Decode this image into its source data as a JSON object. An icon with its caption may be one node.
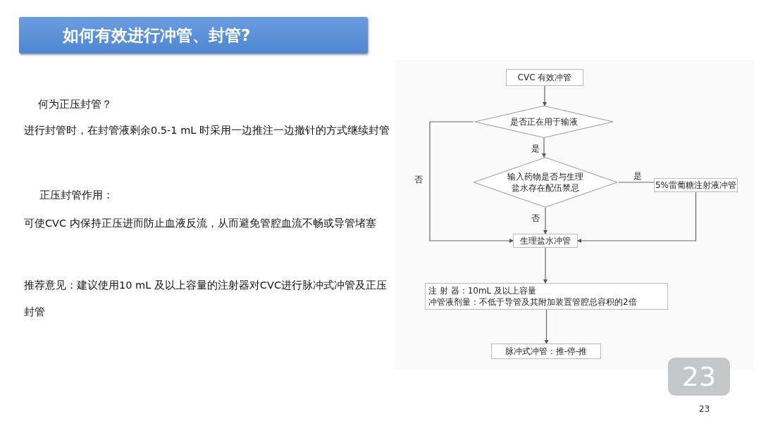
{
  "diagram": {
    "title": "如何有效进行冲管、封管?",
    "nodes": [
      {
        "text": [
          "CVC 有效冲管"
        ]
      },
      {
        "text": [
          "是否正在用于输液"
        ]
      },
      {
        "text": [
          "输入药物是否与生理盐水存在配伍禁忌"
        ]
      },
      {
        "text": [
          "5%雷葡糖注射液冲管"
        ]
      },
      {
        "text": [
          "生理盐水冲管"
        ]
      },
      {
        "text": [
          "注 射 器：10mL 及以上容量",
          "冲管液剂量：不低于导管及其附加装置管腔总容积的2倍"
        ]
      },
      {
        "text": [
          "脉冲式冲管：推-停-推"
        ]
      }
    ],
    "edges": [
      {
        "from": 0,
        "to": 1,
        "arrow": "to"
      },
      {
        "from": 1,
        "to": 4,
        "arrow": "to",
        "label": "否"
      },
      {
        "from": 1,
        "to": 2,
        "arrow": "to",
        "label": "是"
      },
      {
        "from": 2,
        "to": 3,
        "arrow": "none",
        "label": "是"
      },
      {
        "from": 3,
        "to": 4,
        "arrow": "to"
      },
      {
        "from": 2,
        "to": 4,
        "arrow": "to",
        "label": "否"
      },
      {
        "from": 4,
        "to": 5,
        "arrow": "to"
      },
      {
        "from": 5,
        "to": 6,
        "arrow": "to"
      }
    ],
    "labels": [
      "何为正压封管？",
      "进行封管时，在封管液剩余0.5-1 mL 时采用一边推注一边撤针的方式继续封管",
      "正压封管作用：",
      "可使CVC 内保持正压进而防止血液反流，从而避免管腔血流不畅或导管堵塞",
      "推荐意见：建议使用10 mL 及以上容量的注射器对CVC进行脉冲式冲管及正压封管",
      "23",
      "23"
    ]
  }
}
